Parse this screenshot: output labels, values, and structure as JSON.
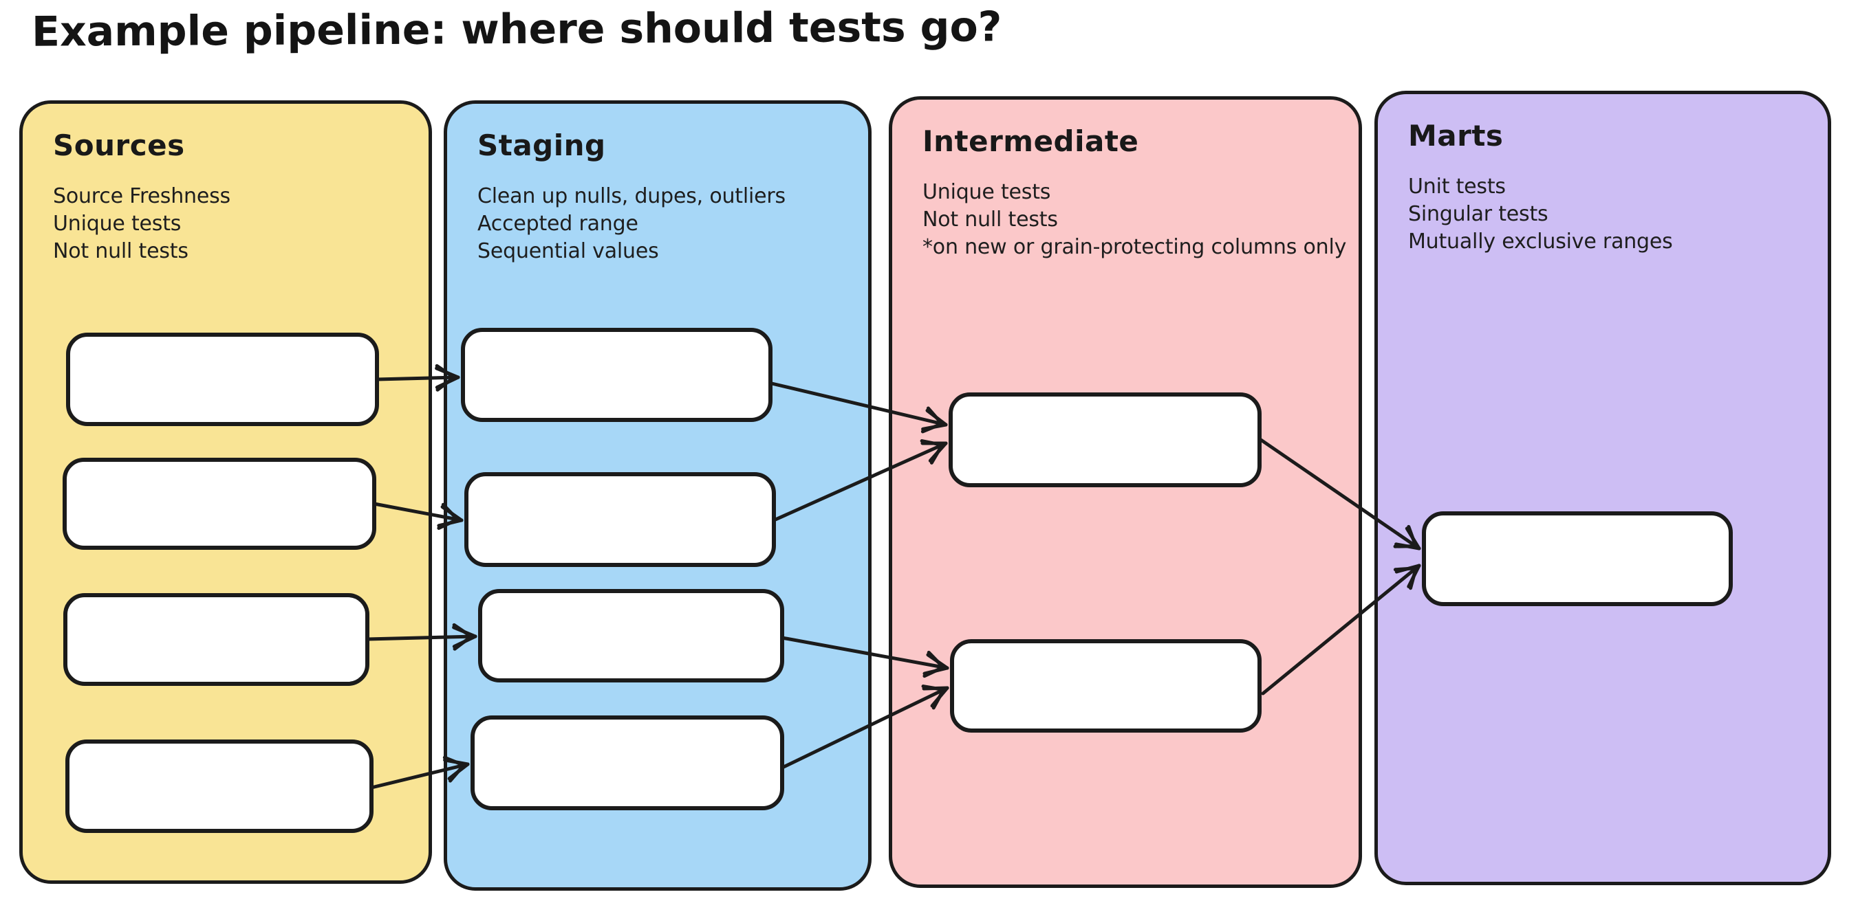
{
  "title": "Example pipeline: where should tests go?",
  "colors": {
    "stroke": "#1b1b1b",
    "canvas": "#ffffff",
    "node_fill": "#ffffff",
    "sources_bg": "#f9e495",
    "staging_bg": "#a7d7f7",
    "intermediate_bg": "#fbc8c9",
    "marts_bg": "#cdbef4"
  },
  "columns": [
    {
      "id": "sources",
      "label": "Sources",
      "color": "#f9e495",
      "notes": [
        "Source Freshness",
        "Unique tests",
        "Not null tests"
      ]
    },
    {
      "id": "staging",
      "label": "Staging",
      "color": "#a7d7f7",
      "notes": [
        "Clean up nulls, dupes, outliers",
        "Accepted range",
        "Sequential values"
      ]
    },
    {
      "id": "intermediate",
      "label": "Intermediate",
      "color": "#fbc8c9",
      "notes": [
        "Unique tests",
        "Not null tests",
        "*on new or grain-protecting columns only"
      ]
    },
    {
      "id": "marts",
      "label": "Marts",
      "color": "#cdbef4",
      "notes": [
        "Unit tests",
        "Singular tests",
        "Mutually exclusive ranges"
      ]
    }
  ],
  "nodes": [
    {
      "id": "source-1",
      "column": "sources"
    },
    {
      "id": "source-2",
      "column": "sources"
    },
    {
      "id": "source-3",
      "column": "sources"
    },
    {
      "id": "source-4",
      "column": "sources"
    },
    {
      "id": "staging-1",
      "column": "staging"
    },
    {
      "id": "staging-2",
      "column": "staging"
    },
    {
      "id": "staging-3",
      "column": "staging"
    },
    {
      "id": "staging-4",
      "column": "staging"
    },
    {
      "id": "intermediate-1",
      "column": "intermediate"
    },
    {
      "id": "intermediate-2",
      "column": "intermediate"
    },
    {
      "id": "mart-1",
      "column": "marts"
    }
  ],
  "edges": [
    {
      "from": "source-1",
      "to": "staging-1"
    },
    {
      "from": "source-2",
      "to": "staging-2"
    },
    {
      "from": "source-3",
      "to": "staging-3"
    },
    {
      "from": "source-4",
      "to": "staging-4"
    },
    {
      "from": "staging-1",
      "to": "intermediate-1"
    },
    {
      "from": "staging-2",
      "to": "intermediate-1"
    },
    {
      "from": "staging-3",
      "to": "intermediate-2"
    },
    {
      "from": "staging-4",
      "to": "intermediate-2"
    },
    {
      "from": "intermediate-1",
      "to": "mart-1"
    },
    {
      "from": "intermediate-2",
      "to": "mart-1"
    }
  ]
}
